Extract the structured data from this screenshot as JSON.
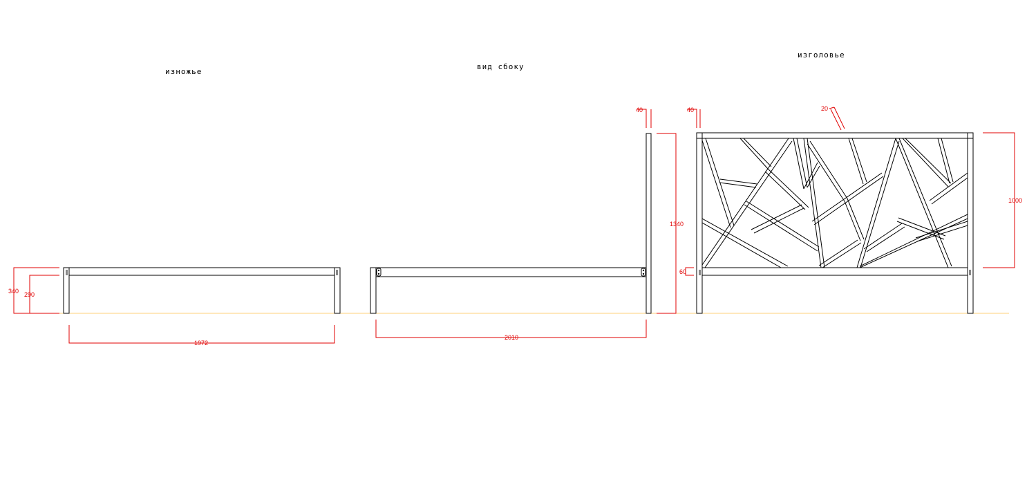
{
  "views": {
    "footboard": {
      "title": "изножье"
    },
    "side": {
      "title": "вид сбоку"
    },
    "headboard": {
      "title": "изголовье"
    }
  },
  "dimensions": {
    "footboard_height": "340",
    "footboard_rail_height": "290",
    "footboard_width": "1972",
    "side_length": "2010",
    "side_post_width": "40",
    "side_total_height": "1340",
    "head_post_width": "40",
    "head_bar_width": "20",
    "head_panel_height": "1000",
    "head_rail_height": "60"
  },
  "colors": {
    "line": "#000000",
    "dimension": "#e00000",
    "floor": "#ffd27a"
  }
}
